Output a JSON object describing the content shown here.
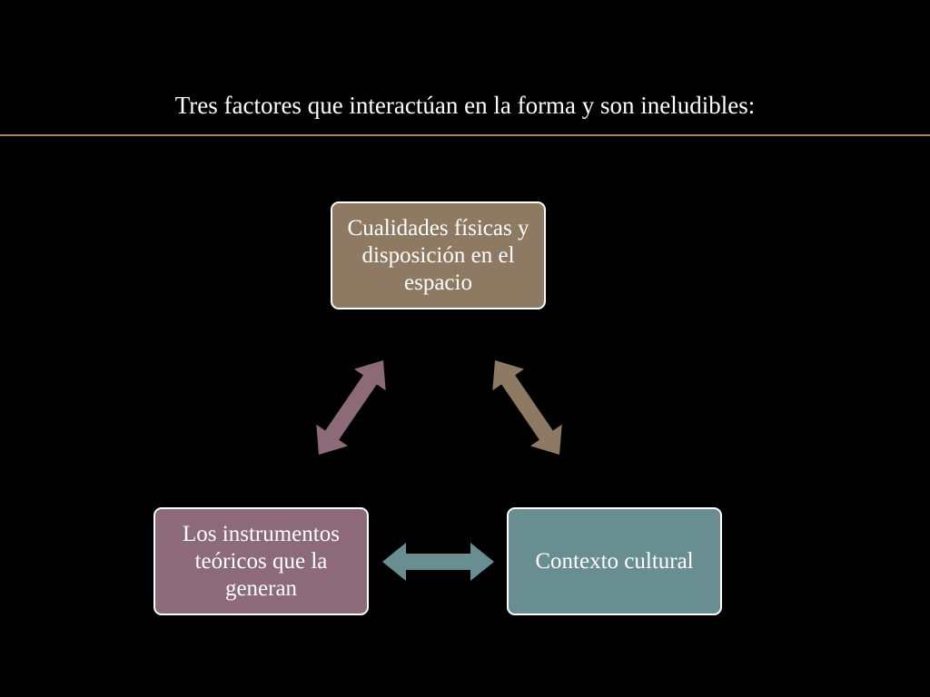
{
  "title": "Tres factores que interactúan en la forma y son ineludibles:",
  "nodes": {
    "top": {
      "label": "Cualidades físicas y disposición en el espacio",
      "color": "#8e7a63"
    },
    "left": {
      "label": "Los instrumentos teóricos que la generan",
      "color": "#8c6a77"
    },
    "right": {
      "label": "Contexto cultural",
      "color": "#688e92"
    }
  },
  "arrows": {
    "left_top": {
      "color": "#8c6a77"
    },
    "top_right": {
      "color": "#8e7a63"
    },
    "left_right": {
      "color": "#688e92"
    }
  },
  "colors": {
    "background": "#000000",
    "rule": "#a08368",
    "text": "#ffffff",
    "border": "#ffffff"
  }
}
